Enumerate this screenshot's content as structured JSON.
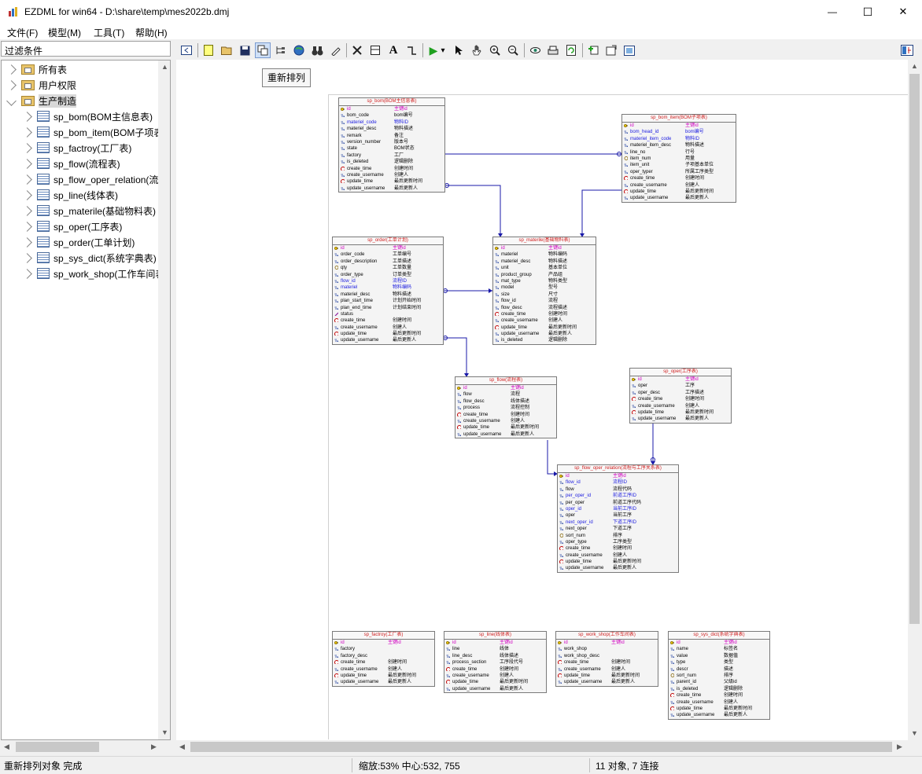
{
  "window": {
    "title": "EZDML for win64 - D:\\share\\temp\\mes2022b.dmj",
    "min_glyph": "—",
    "max_glyph": "☐",
    "close_glyph": "✕"
  },
  "menu": [
    "文件(F)",
    "模型(M)",
    "工具(T)",
    "帮助(H)"
  ],
  "left_panel": {
    "filter_label": "过滤条件",
    "tree": [
      {
        "label": "所有表",
        "level": 0,
        "icon": "folder-icon",
        "expanded": false
      },
      {
        "label": "用户权限",
        "level": 0,
        "icon": "folder-icon",
        "expanded": false
      },
      {
        "label": "生产制造",
        "level": 0,
        "icon": "folder-icon",
        "expanded": true,
        "selected": true
      },
      {
        "label": "sp_bom(BOM主信息表)",
        "level": 1,
        "icon": "table-icon"
      },
      {
        "label": "sp_bom_item(BOM子项表)",
        "level": 1,
        "icon": "table-icon"
      },
      {
        "label": "sp_factroy(工厂表)",
        "level": 1,
        "icon": "table-icon"
      },
      {
        "label": "sp_flow(流程表)",
        "level": 1,
        "icon": "table-icon"
      },
      {
        "label": "sp_flow_oper_relation(流程与工序关系表)",
        "level": 1,
        "icon": "table-icon"
      },
      {
        "label": "sp_line(线体表)",
        "level": 1,
        "icon": "table-icon"
      },
      {
        "label": "sp_materile(基础物料表)",
        "level": 1,
        "icon": "table-icon"
      },
      {
        "label": "sp_oper(工序表)",
        "level": 1,
        "icon": "table-icon"
      },
      {
        "label": "sp_order(工单计划)",
        "level": 1,
        "icon": "table-icon"
      },
      {
        "label": "sp_sys_dict(系统字典表)",
        "level": 1,
        "icon": "table-icon"
      },
      {
        "label": "sp_work_shop(工作车间表)",
        "level": 1,
        "icon": "table-icon"
      }
    ]
  },
  "tooltip": "重新排列",
  "toolbar_glyphs": {
    "A": "A",
    "play": "▶",
    "drop": "▾"
  },
  "entities": [
    {
      "id": "sp_bom",
      "title": "sp_bom(BOM主信息表)",
      "fields": [
        [
          "key",
          "id",
          "主键id",
          "pk"
        ],
        [
          "f",
          "bom_code",
          "bom编号",
          ""
        ],
        [
          "f",
          "materiel_code",
          "物料ID",
          "fk"
        ],
        [
          "f",
          "materiel_desc",
          "物料描述",
          ""
        ],
        [
          "f",
          "remark",
          "备注",
          ""
        ],
        [
          "f",
          "version_number",
          "版本号",
          ""
        ],
        [
          "f",
          "state",
          "BOM状态",
          ""
        ],
        [
          "f",
          "factory",
          "工厂",
          ""
        ],
        [
          "f",
          "is_deleted",
          "逻辑删除",
          ""
        ],
        [
          "t",
          "create_time",
          "创建时间",
          ""
        ],
        [
          "f",
          "create_username",
          "创建人",
          ""
        ],
        [
          "t",
          "update_time",
          "最后更新时间",
          ""
        ],
        [
          "f",
          "update_username",
          "最后更新人",
          ""
        ]
      ]
    },
    {
      "id": "sp_bom_item",
      "title": "sp_bom_item(BOM子项表)",
      "fields": [
        [
          "key",
          "id",
          "主键id",
          "pk"
        ],
        [
          "f",
          "bom_head_id",
          "bom编号",
          "fk"
        ],
        [
          "f",
          "materiel_item_code",
          "物料ID",
          "fk"
        ],
        [
          "f",
          "materiel_item_desc",
          "物料描述",
          ""
        ],
        [
          "f",
          "line_no",
          "行号",
          ""
        ],
        [
          "q",
          "item_num",
          "用量",
          ""
        ],
        [
          "f",
          "item_unit",
          "子项基本单位",
          ""
        ],
        [
          "f",
          "oper_typer",
          "所属工序类型",
          ""
        ],
        [
          "t",
          "create_time",
          "创建时间",
          ""
        ],
        [
          "f",
          "create_username",
          "创建人",
          ""
        ],
        [
          "t",
          "update_time",
          "最后更新时间",
          ""
        ],
        [
          "f",
          "update_username",
          "最后更新人",
          ""
        ]
      ]
    },
    {
      "id": "sp_order",
      "title": "sp_order(工单计划)",
      "fields": [
        [
          "key",
          "id",
          "主键id",
          "pk"
        ],
        [
          "f",
          "order_code",
          "工单编号",
          ""
        ],
        [
          "f",
          "order_description",
          "工单描述",
          ""
        ],
        [
          "q",
          "qty",
          "工单数量",
          ""
        ],
        [
          "f",
          "order_type",
          "订单类型",
          ""
        ],
        [
          "f",
          "flow_id",
          "流程ID",
          "fk"
        ],
        [
          "f",
          "materiel",
          "物料编码",
          "fk"
        ],
        [
          "f",
          "materiel_desc",
          "物料描述",
          ""
        ],
        [
          "f",
          "plan_start_time",
          "计划开始时间",
          ""
        ],
        [
          "f",
          "plan_end_time",
          "计划结束时间",
          ""
        ],
        [
          "s",
          "status",
          "",
          ""
        ],
        [
          "t",
          "create_time",
          "创建时间",
          ""
        ],
        [
          "f",
          "create_username",
          "创建人",
          ""
        ],
        [
          "t",
          "update_time",
          "最后更新时间",
          ""
        ],
        [
          "f",
          "update_username",
          "最后更新人",
          ""
        ]
      ]
    },
    {
      "id": "sp_materile",
      "title": "sp_materile(基础物料表)",
      "fields": [
        [
          "key",
          "id",
          "主键id",
          "pk"
        ],
        [
          "f",
          "materiel",
          "物料编码",
          ""
        ],
        [
          "f",
          "materiel_desc",
          "物料描述",
          ""
        ],
        [
          "f",
          "unit",
          "基本单位",
          ""
        ],
        [
          "f",
          "product_group",
          "产品组",
          ""
        ],
        [
          "f",
          "mat_type",
          "物料类型",
          ""
        ],
        [
          "f",
          "model",
          "型号",
          ""
        ],
        [
          "f",
          "size",
          "尺寸",
          ""
        ],
        [
          "f",
          "flow_id",
          "流程",
          ""
        ],
        [
          "f",
          "flow_desc",
          "流程描述",
          ""
        ],
        [
          "t",
          "create_time",
          "创建时间",
          ""
        ],
        [
          "f",
          "create_username",
          "创建人",
          ""
        ],
        [
          "t",
          "update_time",
          "最后更新时间",
          ""
        ],
        [
          "f",
          "update_username",
          "最后更新人",
          ""
        ],
        [
          "f",
          "is_deleted",
          "逻辑删除",
          ""
        ]
      ]
    },
    {
      "id": "sp_flow",
      "title": "sp_flow(流程表)",
      "fields": [
        [
          "key",
          "id",
          "主键id",
          "pk"
        ],
        [
          "f",
          "flow",
          "流程",
          ""
        ],
        [
          "f",
          "flow_desc",
          "线体描述",
          ""
        ],
        [
          "f",
          "process",
          "流程控制",
          ""
        ],
        [
          "t",
          "create_time",
          "创建时间",
          ""
        ],
        [
          "f",
          "create_username",
          "创建人",
          ""
        ],
        [
          "t",
          "update_time",
          "最后更新时间",
          ""
        ],
        [
          "f",
          "update_username",
          "最后更新人",
          ""
        ]
      ]
    },
    {
      "id": "sp_oper",
      "title": "sp_oper(工序表)",
      "fields": [
        [
          "key",
          "id",
          "主键id",
          "pk"
        ],
        [
          "f",
          "oper",
          "工序",
          ""
        ],
        [
          "f",
          "oper_desc",
          "工序描述",
          ""
        ],
        [
          "t",
          "create_time",
          "创建时间",
          ""
        ],
        [
          "f",
          "create_username",
          "创建人",
          ""
        ],
        [
          "t",
          "update_time",
          "最后更新时间",
          ""
        ],
        [
          "f",
          "update_username",
          "最后更新人",
          ""
        ]
      ]
    },
    {
      "id": "sp_flow_oper_relation",
      "title": "sp_flow_oper_relation(流程与工序关系表)",
      "fields": [
        [
          "key",
          "id",
          "主键id",
          "pk"
        ],
        [
          "f",
          "flow_id",
          "流程ID",
          "fk"
        ],
        [
          "f",
          "flow",
          "流程代码",
          ""
        ],
        [
          "f",
          "per_oper_id",
          "前道工序ID",
          "fk"
        ],
        [
          "f",
          "per_oper",
          "前道工序代码",
          ""
        ],
        [
          "f",
          "oper_id",
          "当前工序ID",
          "fk"
        ],
        [
          "f",
          "oper",
          "当前工序",
          ""
        ],
        [
          "f",
          "next_oper_id",
          "下道工序ID",
          "fk"
        ],
        [
          "f",
          "next_oper",
          "下道工序",
          ""
        ],
        [
          "q",
          "sort_num",
          "排序",
          ""
        ],
        [
          "f",
          "oper_type",
          "工序类型",
          ""
        ],
        [
          "t",
          "create_time",
          "创建时间",
          ""
        ],
        [
          "f",
          "create_username",
          "创建人",
          ""
        ],
        [
          "t",
          "update_time",
          "最后更新时间",
          ""
        ],
        [
          "f",
          "update_username",
          "最后更新人",
          ""
        ]
      ]
    },
    {
      "id": "sp_factroy",
      "title": "sp_factroy(工厂表)",
      "fields": [
        [
          "key",
          "id",
          "主键id",
          "pk"
        ],
        [
          "f",
          "factory",
          "",
          ""
        ],
        [
          "f",
          "factory_desc",
          "",
          ""
        ],
        [
          "t",
          "create_time",
          "创建时间",
          ""
        ],
        [
          "f",
          "create_username",
          "创建人",
          ""
        ],
        [
          "t",
          "update_time",
          "最后更新时间",
          ""
        ],
        [
          "f",
          "update_username",
          "最后更新人",
          ""
        ]
      ]
    },
    {
      "id": "sp_line",
      "title": "sp_line(线体表)",
      "fields": [
        [
          "key",
          "id",
          "主键id",
          "pk"
        ],
        [
          "f",
          "line",
          "线体",
          ""
        ],
        [
          "f",
          "line_desc",
          "线体描述",
          ""
        ],
        [
          "f",
          "process_section",
          "工序段代号",
          ""
        ],
        [
          "t",
          "create_time",
          "创建时间",
          ""
        ],
        [
          "f",
          "create_username",
          "创建人",
          ""
        ],
        [
          "t",
          "update_time",
          "最后更新时间",
          ""
        ],
        [
          "f",
          "update_username",
          "最后更新人",
          ""
        ]
      ]
    },
    {
      "id": "sp_work_shop",
      "title": "sp_work_shop(工作车间表)",
      "fields": [
        [
          "key",
          "id",
          "主键id",
          "pk"
        ],
        [
          "f",
          "work_shop",
          "",
          ""
        ],
        [
          "f",
          "work_shop_desc",
          "",
          ""
        ],
        [
          "t",
          "create_time",
          "创建时间",
          ""
        ],
        [
          "f",
          "create_username",
          "创建人",
          ""
        ],
        [
          "t",
          "update_time",
          "最后更新时间",
          ""
        ],
        [
          "f",
          "update_username",
          "最后更新人",
          ""
        ]
      ]
    },
    {
      "id": "sp_sys_dict",
      "title": "sp_sys_dict(系统字典表)",
      "fields": [
        [
          "key",
          "id",
          "主键id",
          "pk"
        ],
        [
          "f",
          "name",
          "标签名",
          ""
        ],
        [
          "f",
          "value",
          "数据值",
          ""
        ],
        [
          "f",
          "type",
          "类型",
          ""
        ],
        [
          "f",
          "descr",
          "描述",
          ""
        ],
        [
          "q",
          "sort_num",
          "排序",
          ""
        ],
        [
          "f",
          "parent_id",
          "父级id",
          ""
        ],
        [
          "f",
          "is_deleted",
          "逻辑删除",
          ""
        ],
        [
          "t",
          "create_time",
          "创建时间",
          ""
        ],
        [
          "f",
          "create_username",
          "创建人",
          ""
        ],
        [
          "t",
          "update_time",
          "最后更新时间",
          ""
        ],
        [
          "f",
          "update_username",
          "最后更新人",
          ""
        ]
      ]
    }
  ],
  "status": {
    "message": "重新排列对象 完成",
    "zoom": "缩放:53% 中心:532, 755",
    "counts": "11 对象, 7 连接"
  },
  "colors": {
    "link": "#1a1aa8",
    "pk": "#d000c0",
    "fk": "#2020e0",
    "title": "#d02020"
  }
}
